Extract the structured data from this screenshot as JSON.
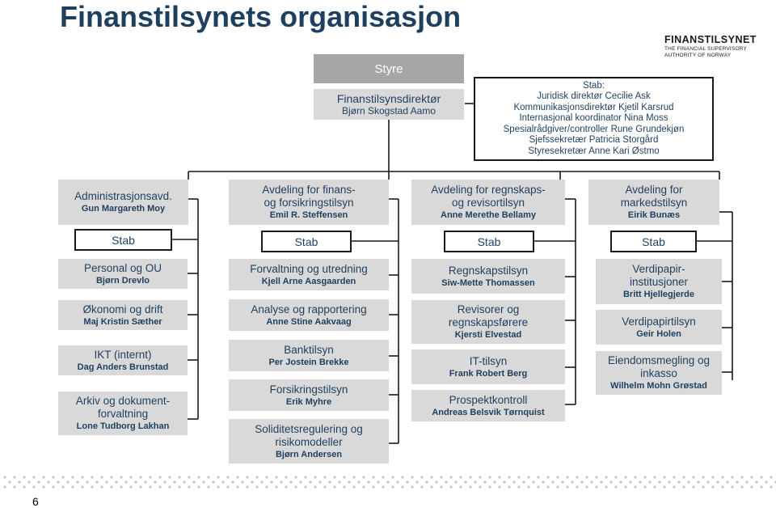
{
  "title": "Finanstilsynets organisasjon",
  "logo": {
    "name": "FINANSTILSYNET",
    "subtitle_line1": "THE FINANCIAL SUPERVISORY",
    "subtitle_line2": "AUTHORITY OF NORWAY"
  },
  "board": {
    "label": "Styre"
  },
  "director": {
    "title": "Finanstilsynsdirektør",
    "name": "Bjørn Skogstad Aamo"
  },
  "staff": {
    "heading": "Stab:",
    "lines": [
      "Juridisk direktør Cecilie Ask",
      "Kommunikasjonsdirektør Kjetil Karsrud",
      "Internasjonal koordinator Nina Moss",
      "Spesialrådgiver/controller Rune Grundekjøn",
      "Sjefssekretær Patricia Storgård",
      "Styresekretær Anne Kari Østmo"
    ]
  },
  "departments": [
    {
      "title_lines": [
        "Administrasjonsavd."
      ],
      "head": "Gun Margareth Moy",
      "stab_label": "Stab",
      "units": [
        {
          "title_lines": [
            "Personal og OU"
          ],
          "head": "Bjørn Drevlo"
        },
        {
          "title_lines": [
            "Økonomi og drift"
          ],
          "head": "Maj Kristin Sæther"
        },
        {
          "title_lines": [
            "IKT (internt)"
          ],
          "head": "Dag Anders Brunstad"
        },
        {
          "title_lines": [
            "Arkiv og dokument-",
            "forvaltning"
          ],
          "head": "Lone Tudborg Lakhan"
        }
      ]
    },
    {
      "title_lines": [
        "Avdeling for finans-",
        "og forsikringstilsyn"
      ],
      "head": "Emil R. Steffensen",
      "stab_label": "Stab",
      "units": [
        {
          "title_lines": [
            "Forvaltning og utredning"
          ],
          "head": "Kjell Arne Aasgaarden"
        },
        {
          "title_lines": [
            "Analyse og rapportering"
          ],
          "head": "Anne Stine Aakvaag"
        },
        {
          "title_lines": [
            "Banktilsyn"
          ],
          "head": "Per Jostein Brekke"
        },
        {
          "title_lines": [
            "Forsikringstilsyn"
          ],
          "head": "Erik Myhre"
        },
        {
          "title_lines": [
            "Soliditetsregulering og",
            "risikomodeller"
          ],
          "head": "Bjørn Andersen"
        }
      ]
    },
    {
      "title_lines": [
        "Avdeling for regnskaps-",
        "og revisortilsyn"
      ],
      "head": "Anne Merethe Bellamy",
      "stab_label": "Stab",
      "units": [
        {
          "title_lines": [
            "Regnskapstilsyn"
          ],
          "head": "Siw-Mette Thomassen"
        },
        {
          "title_lines": [
            "Revisorer og",
            "regnskapsførere"
          ],
          "head": "Kjersti Elvestad"
        },
        {
          "title_lines": [
            "IT-tilsyn"
          ],
          "head": "Frank Robert Berg"
        },
        {
          "title_lines": [
            "Prospektkontroll"
          ],
          "head": "Andreas Belsvik Tørnquist"
        }
      ]
    },
    {
      "title_lines": [
        "Avdeling for",
        "markedstilsyn"
      ],
      "head": "Eirik Bunæs",
      "stab_label": "Stab",
      "units": [
        {
          "title_lines": [
            "Verdipapir-",
            "institusjoner"
          ],
          "head": "Britt Hjellegjerde"
        },
        {
          "title_lines": [
            "Verdipapirtilsyn"
          ],
          "head": "Geir Holen"
        },
        {
          "title_lines": [
            "Eiendomsmegling og",
            "inkasso"
          ],
          "head": "Wilhelm Mohn Grøstad"
        }
      ]
    }
  ],
  "page_number": "6"
}
